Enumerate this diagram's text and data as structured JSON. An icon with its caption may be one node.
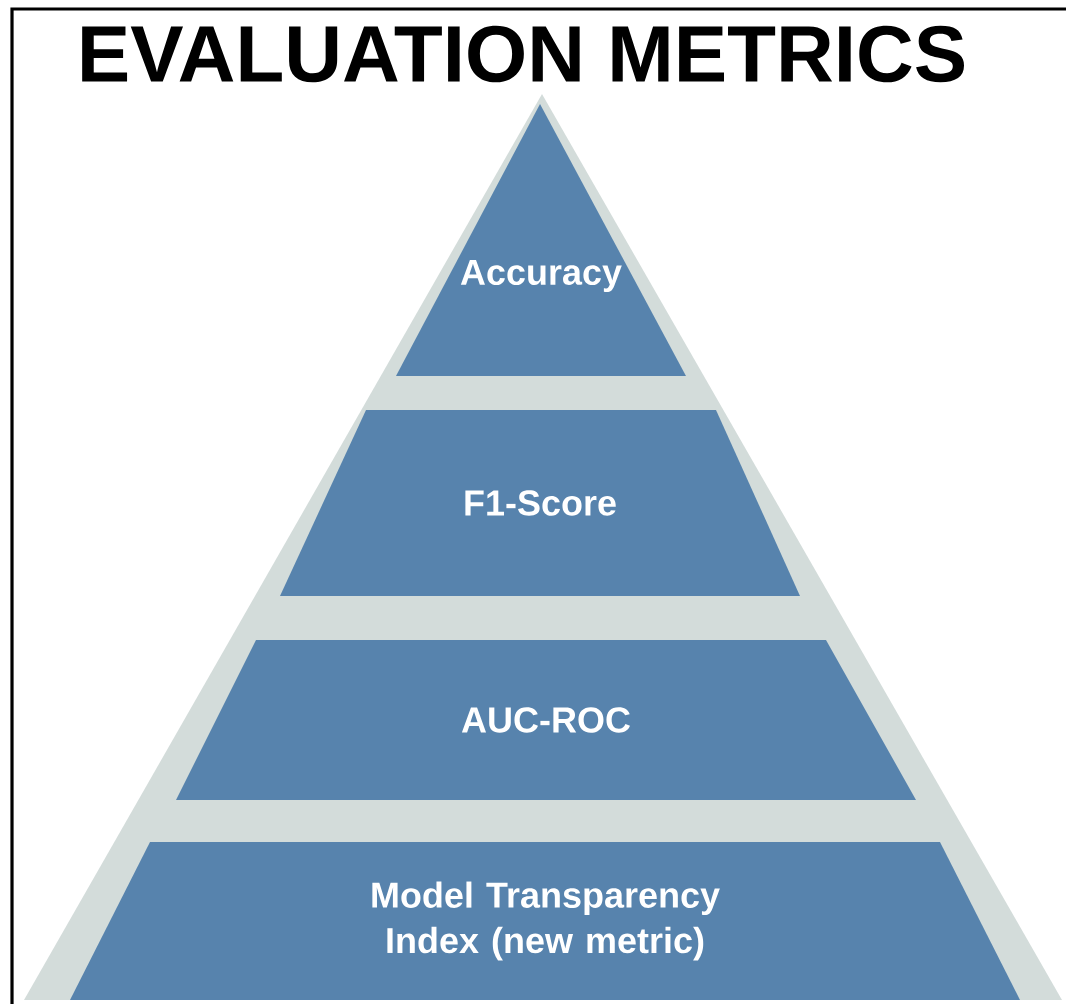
{
  "diagram": {
    "title": "EVALUATION METRICS",
    "nodes": [
      {
        "text": [
          "Accuracy"
        ]
      },
      {
        "text": [
          "F1-Score"
        ]
      },
      {
        "text": [
          "AUC-ROC"
        ]
      },
      {
        "text": [
          "Model Transparency Index (new metric)"
        ]
      }
    ]
  }
}
